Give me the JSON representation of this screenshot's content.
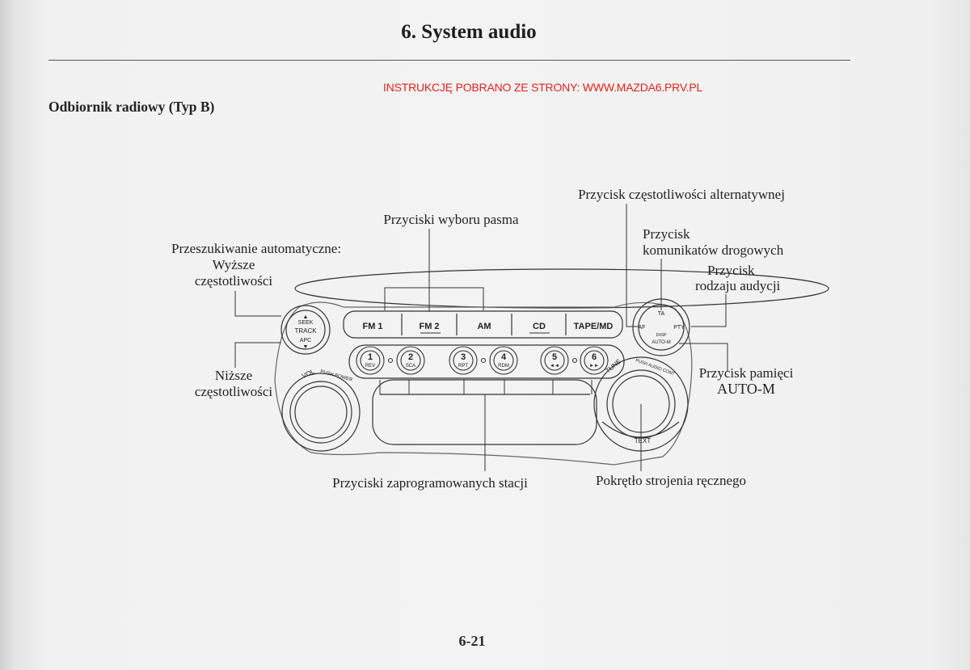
{
  "header": {
    "title": "6. System audio"
  },
  "watermark": "INSTRUKCJĘ POBRANO ZE STRONY: WWW.MAZDA6.PRV.PL",
  "section": {
    "title": "Odbiornik radiowy (Typ B)"
  },
  "labels": {
    "seek_title": "Przeszukiwanie automatyczne:",
    "seek_higher_1": "Wyższe",
    "seek_higher_2": "częstotliwości",
    "seek_lower_1": "Niższe",
    "seek_lower_2": "częstotliwości",
    "band_buttons": "Przyciski wyboru pasma",
    "af_button": "Przycisk częstotliwości alternatywnej",
    "ta_button_1": "Przycisk",
    "ta_button_2": "komunikatów drogowych",
    "pty_button_1": "Przycisk",
    "pty_button_2": "rodzaju audycji",
    "automem_button_1": "Przycisk pamięci",
    "automem_button_2": "AUTO-M",
    "preset_buttons": "Przyciski zaprogramowanych stacji",
    "tune_knob": "Pokrętło strojenia ręcznego"
  },
  "radio": {
    "seek_button": {
      "line1": "SEEK",
      "line2": "TRACK",
      "line3": "APC"
    },
    "band_buttons": [
      "FM 1",
      "FM 2",
      "AM",
      "CD",
      "TAPE/MD"
    ],
    "presets": [
      {
        "num": "1",
        "sub": "REV"
      },
      {
        "num": "2",
        "sub": "SCA"
      },
      {
        "num": "3",
        "sub": "RPT"
      },
      {
        "num": "4",
        "sub": "RDM"
      },
      {
        "num": "5",
        "sub": "◄◄"
      },
      {
        "num": "6",
        "sub": "►►"
      }
    ],
    "right_button": {
      "ta": "TA",
      "af": "AF",
      "pty": "PTY",
      "disp": "DISP",
      "automem": "AUTO-M"
    },
    "vol_knob": {
      "label": "VOL",
      "sub": "PUSH POWER"
    },
    "tune_knob": {
      "label": "TUNE",
      "sub": "PUSH AUDIO CONT",
      "text": "TEXT"
    }
  },
  "footer": {
    "page_number": "6-21"
  }
}
